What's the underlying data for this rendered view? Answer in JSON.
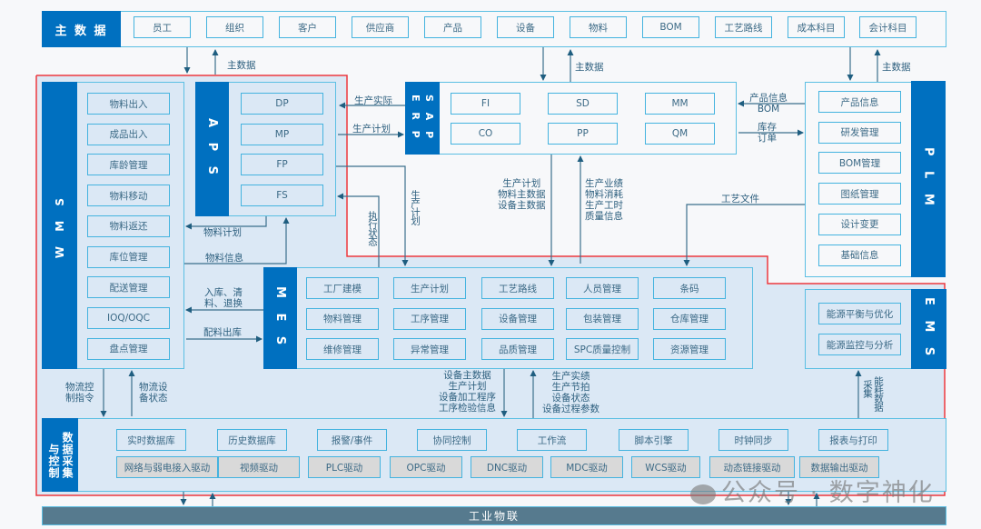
{
  "master_data": {
    "title": "主 数 据",
    "items": [
      "员工",
      "组织",
      "客户",
      "供应商",
      "产品",
      "设备",
      "物料",
      "BOM",
      "工艺路线",
      "成本科目",
      "会计科目"
    ]
  },
  "wms": {
    "title": "W M S",
    "items": [
      "物料出入",
      "成品出入",
      "库龄管理",
      "物料移动",
      "物料返还",
      "库位管理",
      "配送管理",
      "IOQ/OQC",
      "盘点管理"
    ]
  },
  "aps": {
    "title": "A P S",
    "items": [
      "DP",
      "MP",
      "FP",
      "FS"
    ]
  },
  "erp": {
    "title_line1": "S A P",
    "title_line2": "E R P",
    "items": [
      "FI",
      "SD",
      "MM",
      "CO",
      "PP",
      "QM"
    ]
  },
  "plm": {
    "title": "P L M",
    "items": [
      "产品信息",
      "研发管理",
      "BOM管理",
      "图纸管理",
      "设计变更",
      "基础信息"
    ]
  },
  "mes": {
    "title": "M E S",
    "items": [
      "工厂建模",
      "生产计划",
      "工艺路线",
      "人员管理",
      "条码",
      "物料管理",
      "工序管理",
      "设备管理",
      "包装管理",
      "仓库管理",
      "维修管理",
      "异常管理",
      "品质管理",
      "SPC质量控制",
      "资源管理"
    ]
  },
  "ems": {
    "title": "E M S",
    "items": [
      "能源平衡与优化",
      "能源监控与分析"
    ]
  },
  "dac": {
    "title_col1": "数据采集",
    "title_col2": "与控制",
    "row1": [
      "实时数据库",
      "历史数据库",
      "报警/事件",
      "协同控制",
      "工作流",
      "脚本引擎",
      "时钟同步",
      "报表与打印"
    ],
    "row2": [
      "网络与弱电接入驱动",
      "视频驱动",
      "PLC驱动",
      "OPC驱动",
      "DNC驱动",
      "MDC驱动",
      "WCS驱动",
      "动态链接驱动",
      "数据输出驱动"
    ]
  },
  "iiot": {
    "title": "工业物联"
  },
  "flows": {
    "master_to_wms": "主数据",
    "master_to_erp": "主数据",
    "master_to_plm": "主数据",
    "erp_to_aps": "生产实际",
    "aps_to_erp": "生产计划",
    "plm_to_erp": "产品信息\nBOM",
    "erp_to_plm": "库存\n订单",
    "erp_to_mes": "生产计划\n物料主数据\n设备主数据",
    "mes_to_erp": "生产业绩\n物料消耗\n生产工时\n质量信息",
    "plm_to_mes": "工艺文件",
    "aps_to_mes": "生产计划",
    "mes_to_aps": "执行状态",
    "aps_to_wms": "物料计划",
    "wms_to_aps": "物料信息",
    "mes_to_wms": "入库、清\n料、退换",
    "wms_to_mes": "配料出库",
    "wms_to_dac": "物流控\n制指令",
    "dac_to_wms": "物流设\n备状态",
    "mes_to_dac": "设备主数据\n生产计划\n设备加工程序\n工序检验信息",
    "dac_to_mes": "生产实绩\n生产节拍\n设备状态\n设备过程参数",
    "dac_to_ems_a": "能耗数据",
    "dac_to_ems_b": "采集"
  },
  "watermark": "公众号 · 数字神化",
  "colors": {
    "accent": "#0070c0",
    "border": "#44b3df",
    "panel": "#dbe8f5",
    "highlight": "#e8353c",
    "iiot": "#567a8e"
  }
}
